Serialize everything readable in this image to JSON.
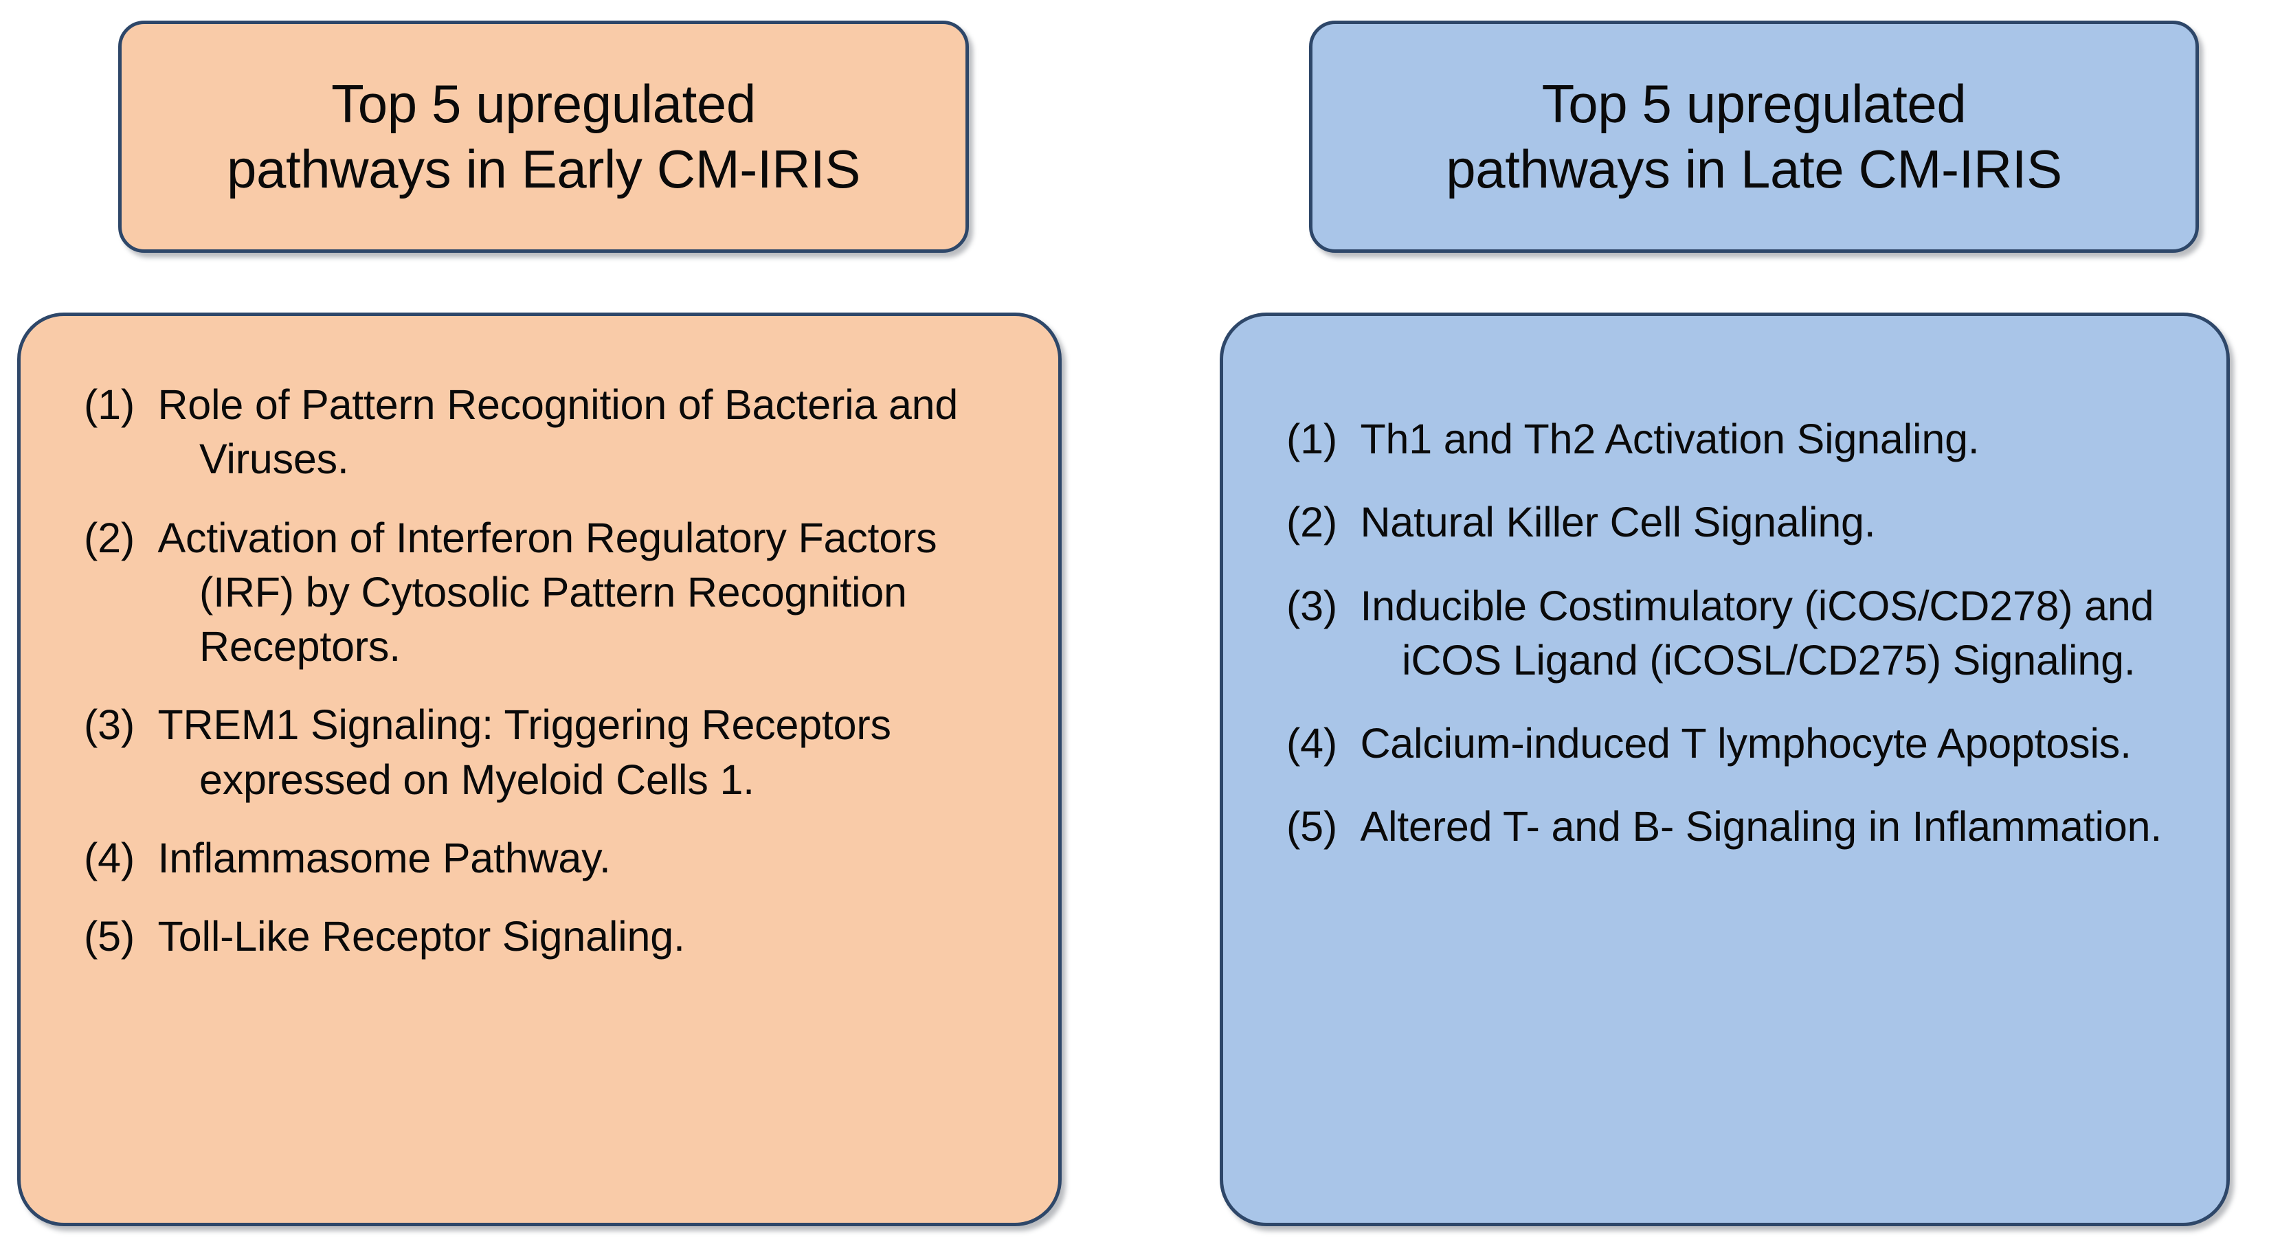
{
  "figure": {
    "background_color": "#ffffff",
    "border_color": "#2e4769",
    "text_color": "#0a0a0a"
  },
  "columns": [
    {
      "id": "early",
      "accent_color": "#f9cba8",
      "header": {
        "title": "Top 5 upregulated\npathways in Early CM-IRIS"
      },
      "pathways": [
        {
          "marker": "(1)",
          "text": "Role of Pattern Recognition of Bacteria and Viruses."
        },
        {
          "marker": "(2)",
          "text": "Activation of Interferon Regulatory Factors (IRF) by Cytosolic Pattern Recognition Receptors."
        },
        {
          "marker": "(3)",
          "text": "TREM1 Signaling: Triggering Receptors expressed on Myeloid Cells 1."
        },
        {
          "marker": "(4)",
          "text": "Inflammasome Pathway."
        },
        {
          "marker": "(5)",
          "text": "Toll-Like Receptor Signaling."
        }
      ]
    },
    {
      "id": "late",
      "accent_color": "#a9c5e8",
      "header": {
        "title": "Top 5 upregulated\npathways in Late CM-IRIS"
      },
      "pathways": [
        {
          "marker": "(1)",
          "text": "Th1 and Th2 Activation Signaling."
        },
        {
          "marker": "(2)",
          "text": "Natural Killer Cell Signaling."
        },
        {
          "marker": "(3)",
          "text": "Inducible Costimulatory (iCOS/CD278) and iCOS Ligand (iCOSL/CD275) Signaling."
        },
        {
          "marker": "(4)",
          "text": "Calcium-induced T lymphocyte Apoptosis."
        },
        {
          "marker": "(5)",
          "text": "Altered T- and B- Signaling in Inflammation."
        }
      ]
    }
  ]
}
